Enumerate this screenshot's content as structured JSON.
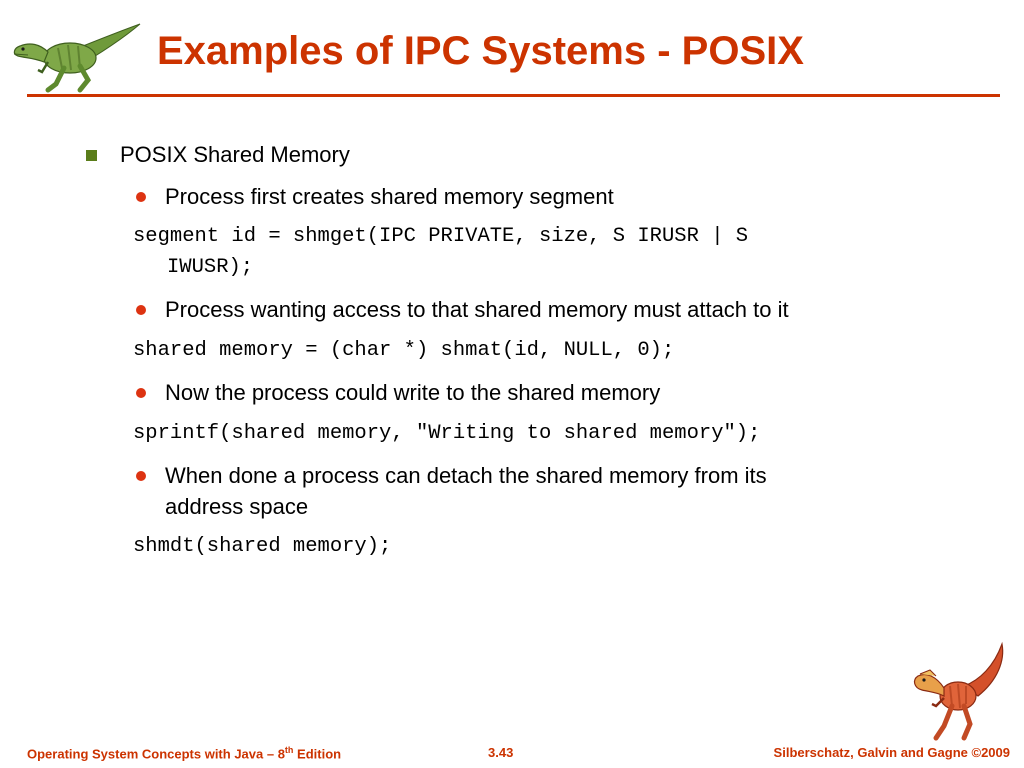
{
  "title": "Examples of IPC Systems - POSIX",
  "colors": {
    "accent": "#cc3300",
    "bullet_square": "#5a7d1a",
    "bullet_dot": "#dd3311"
  },
  "icons": {
    "header_logo": "green-dinosaur-icon",
    "footer_logo": "red-dinosaur-icon"
  },
  "body": {
    "level1": "POSIX Shared Memory",
    "items": [
      {
        "text": "Process first creates shared memory segment",
        "code_line1": "segment id = shmget(IPC PRIVATE, size, S IRUSR | S",
        "code_line2": "IWUSR);"
      },
      {
        "text": "Process wanting access to that shared memory must attach to it",
        "code_line1": "shared memory = (char *) shmat(id, NULL, 0);"
      },
      {
        "text": "Now the process could write to the shared memory",
        "code_line1": "sprintf(shared memory, \"Writing to shared memory\");"
      },
      {
        "text_line1": "When done a process can detach the shared memory from its",
        "text_line2": "address space",
        "code_line1": "shmdt(shared memory);"
      }
    ]
  },
  "footer": {
    "left_prefix": "Operating System Concepts with Java – 8",
    "left_sup": "th",
    "left_suffix": " Edition",
    "center": "3.43",
    "right": "Silberschatz, Galvin and Gagne ©2009"
  }
}
